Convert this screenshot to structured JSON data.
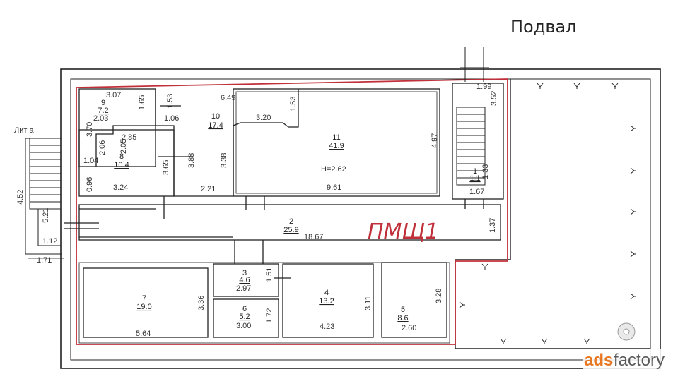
{
  "header": {
    "title": "Подвал"
  },
  "labels": {
    "lit": "Лит а",
    "height": "H=2.62",
    "premise": "ПМЩ1"
  },
  "rooms": [
    {
      "num": "1",
      "area": "1.1"
    },
    {
      "num": "2",
      "area": "25.9"
    },
    {
      "num": "3",
      "area": "4.6"
    },
    {
      "num": "4",
      "area": "13.2"
    },
    {
      "num": "5",
      "area": "8.6"
    },
    {
      "num": "6",
      "area": "5.2"
    },
    {
      "num": "7",
      "area": "19.0"
    },
    {
      "num": "8",
      "area": "10.4"
    },
    {
      "num": "9",
      "area": "7.2"
    },
    {
      "num": "10",
      "area": "17.4"
    },
    {
      "num": "11",
      "area": "41.9"
    }
  ],
  "dims": {
    "d307": "3.07",
    "d165": "1.65",
    "d153a": "1.53",
    "d649": "6.49",
    "d153b": "1.53",
    "d203": "2.03",
    "d106": "1.06",
    "d320": "3.20",
    "d370": "3.70",
    "d285": "2.85",
    "d206": "2.06",
    "d205": "2.05",
    "d388": "3.88",
    "d338": "3.38",
    "d365": "3.65",
    "d104": "1.04",
    "d096": "0.96",
    "d324": "3.24",
    "d221": "2.21",
    "d961": "9.61",
    "d497": "4.97",
    "d199": "1.99",
    "d352": "3.52",
    "d167": "1.67",
    "d137": "1.37",
    "d1867": "18.67",
    "d452": "4.52",
    "d521": "5.21",
    "d112": "1.12",
    "d171": "1.71",
    "d336": "3.36",
    "d564": "5.64",
    "d297": "2.97",
    "d151": "1.51",
    "d172": "1.72",
    "d300": "3.00",
    "d311": "3.11",
    "d423": "4.23",
    "d328": "3.28",
    "d260": "2.60",
    "d133": "1.33"
  },
  "watermark": {
    "prefix": "ads",
    "suffix": "factory"
  },
  "colors": {
    "line": "#222222",
    "premise": "#c0303a",
    "watermark_orange": "#e87722",
    "watermark_gray": "#5a5a5a"
  }
}
